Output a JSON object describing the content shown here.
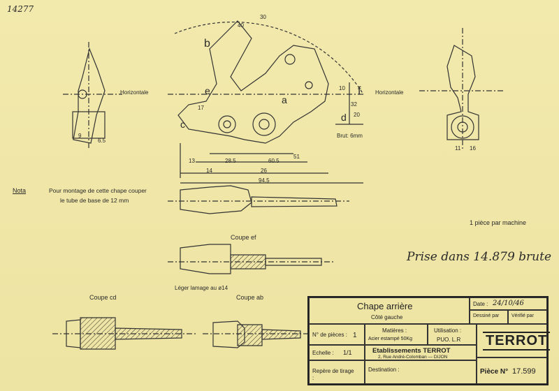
{
  "annotations": {
    "corner_number": "14277",
    "nota_label": "Nota",
    "nota_line1": "Pour montage de cette chape couper",
    "nota_line2": "le tube de base de 12 mm",
    "horizontale_left": "Horizontale",
    "horizontale_right": "Horizontale",
    "brut": "Brut: 6mm",
    "per_machine": "1 pièce par machine",
    "handwritten_price": "Prise dans 14.879 brute",
    "leger_lamage": "Léger lamage au ø14",
    "coupe_ef": "Coupe ef",
    "coupe_cd": "Coupe cd",
    "coupe_ab": "Coupe ab"
  },
  "section_letters": [
    "a",
    "b",
    "c",
    "d",
    "e",
    "f"
  ],
  "dimensions": [
    "17",
    "26",
    "94.5",
    "60.5",
    "28.5",
    "13",
    "14",
    "51",
    "32",
    "40",
    "10",
    "20",
    "6.5",
    "11",
    "16",
    "30",
    "9"
  ],
  "title_block": {
    "title": "Chape arrière",
    "subtitle": "Côté gauche",
    "date_label": "Date :",
    "date_value": "24/10/46",
    "dessine_label": "Dessiné par",
    "verifie_label": "Vérifié par",
    "n_pieces_label": "N° de pièces :",
    "n_pieces_value": "1",
    "matieres_label": "Matières :",
    "matieres_value": "Acier estampé 50Kg",
    "utilisation_label": "Utilisation :",
    "utilisation_value": "PUO. L.R",
    "brand_logo": "TERROT",
    "echelle_label": "Echelle :",
    "echelle_value": "1/1",
    "company": "Etablissements TERROT",
    "address": "2, Rue André-Colomban — DIJON",
    "repere_label": "Repère de tirage :",
    "destination_label": "Destination :",
    "piece_label": "Pièce N°",
    "piece_value": "17.599"
  },
  "colors": {
    "paper": "#efe6a8",
    "ink": "#2a2a2a"
  }
}
